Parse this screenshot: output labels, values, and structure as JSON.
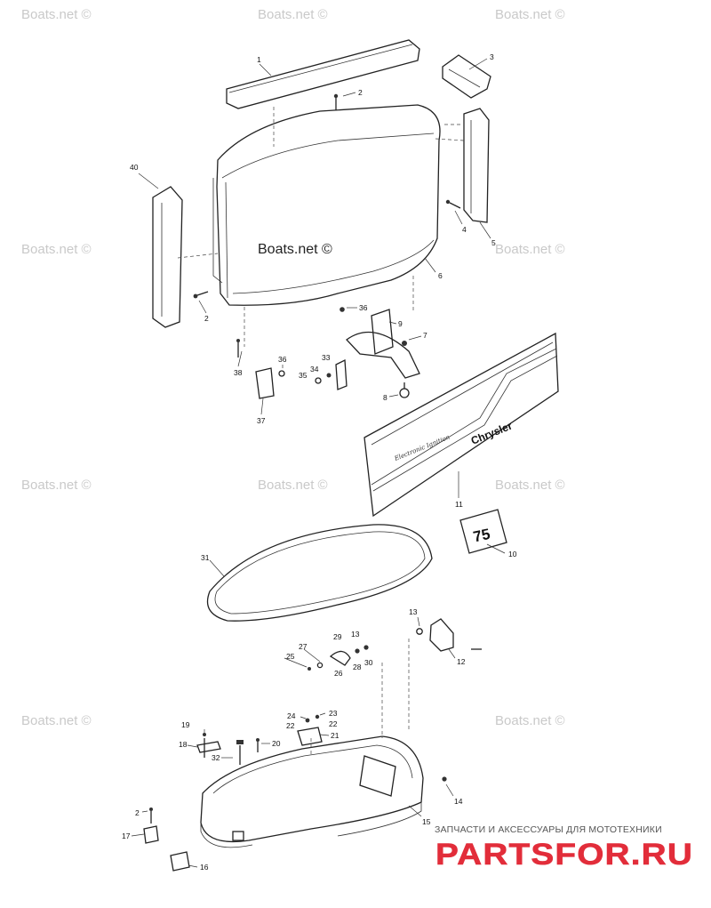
{
  "watermarks": {
    "text": "Boats.net ©",
    "main_text": "Boats.net ©"
  },
  "callouts": [
    "1",
    "2",
    "3",
    "4",
    "5",
    "6",
    "40",
    "2",
    "36",
    "9",
    "7",
    "33",
    "34",
    "35",
    "36",
    "38",
    "37",
    "8",
    "11",
    "10",
    "31",
    "13",
    "12",
    "29",
    "13",
    "27",
    "25",
    "28",
    "30",
    "26",
    "19",
    "24",
    "23",
    "22",
    "22",
    "18",
    "20",
    "21",
    "32",
    "14",
    "15",
    "2",
    "17",
    "16"
  ],
  "decal": {
    "brand": "Chrysler",
    "script": "Electronic Ignition",
    "badge": "75"
  },
  "brand": {
    "tagline": "ЗАПЧАСТИ И АКСЕССУАРЫ ДЛЯ МОТОТЕХНИКИ",
    "logo": "PARTSFOR.RU",
    "logo_color": "#e22d3a"
  }
}
